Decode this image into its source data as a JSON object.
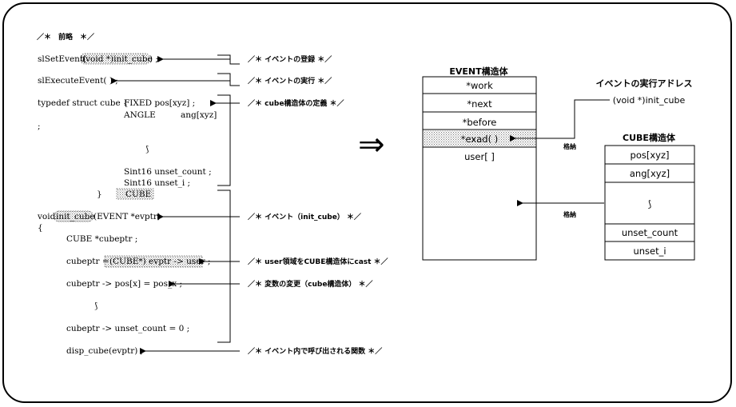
{
  "code": {
    "header": "／＊　前略　＊／",
    "set_event_prefix": "slSetEvent(",
    "set_event_arg": "(void *)init_cube",
    "set_event_suffix": ") ;",
    "execute_event": "slExecuteEvent( ) ;",
    "typedef_line": "typedef struct cube {",
    "field_pos": "FIXED pos[xyz] ;",
    "field_ang_type": "ANGLE",
    "field_ang_name": "ang[xyz]",
    "semicolon": ";",
    "ellipsis": "⟆",
    "field_unset_count": "Sint16  unset_count ;",
    "field_unset_i": "Sint16  unset_i ;",
    "close_brace": "}",
    "type_name": "CUBE",
    "func_prefix": "void",
    "func_name": "init_cube",
    "func_params": "(EVENT *evptr)",
    "open_brace": "{",
    "decl_cubeptr": "CUBE *cubeptr ;",
    "assign_prefix": "cubeptr =",
    "assign_cast": "(CUBE*) evptr -> user ;",
    "pos_assign": "cubeptr -> pos[x] = pos_x ;",
    "ellipsis2": "⟆",
    "unset_assign": "cubeptr -> unset_count = 0 ;",
    "disp_call": "disp_cube(evptr) ;"
  },
  "comments": {
    "c1": "／＊  イベントの登録  ＊／",
    "c2": "／＊  イベントの実行  ＊／",
    "c3": "／＊  cube構造体の定義  ＊／",
    "c4": "／＊  イベント（init_cube）  ＊／",
    "c5": "／＊  user領域をCUBE構造体にcast  ＊／",
    "c6": "／＊  変数の変更（cube構造体）  ＊／",
    "c7": "／＊  イベント内で呼び出される関数  ＊／"
  },
  "implies_symbol": "⇒",
  "event_struct": {
    "title": "EVENT構造体",
    "fields": [
      "*work",
      "*next",
      "*before",
      "*exad( )",
      "user[ ]"
    ]
  },
  "exec_address": {
    "title": "イベントの実行アドレス",
    "value": "(void *)init_cube",
    "store_label": "格納"
  },
  "cube_struct": {
    "title": "CUBE構造体",
    "fields": [
      "pos[xyz]",
      "ang[xyz]",
      "⟆",
      "unset_count",
      "unset_i"
    ],
    "store_label": "格納"
  }
}
